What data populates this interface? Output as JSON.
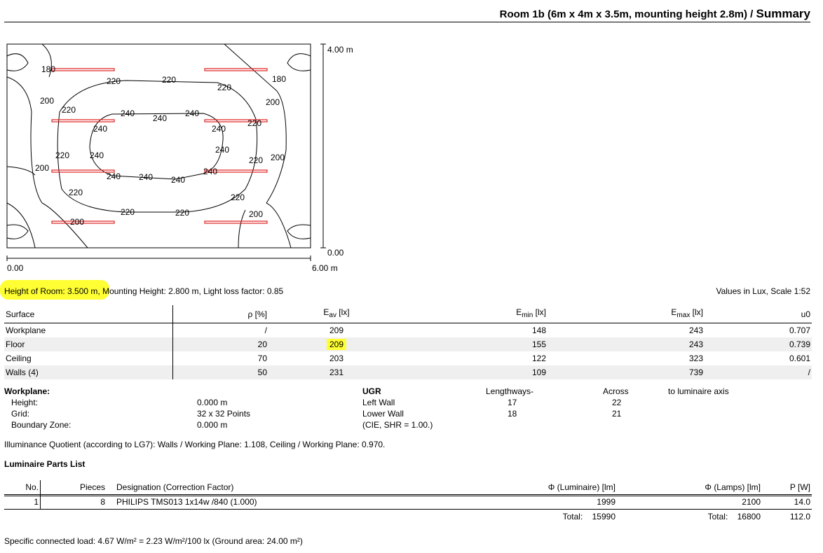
{
  "header": {
    "title": "Room 1b (6m x 4m x 3.5m, mounting height 2.8m) / ",
    "section": "Summary"
  },
  "plan": {
    "y_top_label": "4.00 m",
    "y_bottom_label": "0.00",
    "x_left_label": "0.00",
    "x_right_label": "6.00 m",
    "contour_labels": [
      "180",
      "220",
      "220",
      "220",
      "180",
      "200",
      "220",
      "200",
      "240",
      "240",
      "240",
      "240",
      "220",
      "240",
      "240",
      "220",
      "240",
      "200",
      "220",
      "200",
      "240",
      "240",
      "240",
      "240",
      "220",
      "220",
      "220",
      "220",
      "200",
      "200"
    ]
  },
  "info": {
    "room_height": "Height of Room: 3.500 m,",
    "rest": " Mounting Height: 2.800 m, Light loss factor: 0.85",
    "values_note": "Values in Lux, Scale 1:52"
  },
  "surfaces": {
    "headers": {
      "surface": "Surface",
      "rho": "ρ [%]",
      "eav_e": "E",
      "eav_sub": "av",
      "eav_u": " [lx]",
      "emin_e": "E",
      "emin_sub": "min",
      "emin_u": " [lx]",
      "emax_e": "E",
      "emax_sub": "max",
      "emax_u": " [lx]",
      "u0": "u0"
    },
    "rows": [
      {
        "name": "Workplane",
        "rho": "/",
        "eav": "209",
        "emin": "148",
        "emax": "243",
        "u0": "0.707"
      },
      {
        "name": "Floor",
        "rho": "20",
        "eav": "209",
        "emin": "155",
        "emax": "243",
        "u0": "0.739"
      },
      {
        "name": "Ceiling",
        "rho": "70",
        "eav": "203",
        "emin": "122",
        "emax": "323",
        "u0": "0.601"
      },
      {
        "name": "Walls (4)",
        "rho": "50",
        "eav": "231",
        "emin": "109",
        "emax": "739",
        "u0": "/"
      }
    ]
  },
  "workplane": {
    "title": "Workplane:",
    "height_label": "Height:",
    "height": "0.000 m",
    "grid_label": "Grid:",
    "grid": "32 x 32 Points",
    "boundary_label": "Boundary Zone:",
    "boundary": "0.000 m"
  },
  "ugr": {
    "title": "UGR",
    "lengthways": "Lengthways-",
    "across": "Across",
    "axis": "to luminaire axis",
    "left_wall": "Left Wall",
    "left_len": "17",
    "left_acr": "22",
    "lower_wall": "Lower Wall",
    "lower_len": "18",
    "lower_acr": "21",
    "cie": "(CIE, SHR = 1.00.)"
  },
  "quotient": "Illuminance Quotient (according to LG7): Walls / Working Plane: 1.108, Ceiling / Working Plane: 0.970.",
  "parts": {
    "title": "Luminaire Parts List",
    "headers": {
      "no": "No.",
      "pieces": "Pieces",
      "designation": "Designation (Correction Factor)",
      "lum": "Φ (Luminaire) [lm]",
      "lamps": "Φ (Lamps) [lm]",
      "power": "P [W]"
    },
    "rows": [
      {
        "no": "1",
        "pieces": "8",
        "designation": "PHILIPS TMS013 1x14w /840 (1.000)",
        "lum": "1999",
        "lamps": "2100",
        "power": "14.0"
      }
    ],
    "total_label": "Total:",
    "total_lum": "15990",
    "total_lamps": "16800",
    "total_power": "112.0"
  },
  "load": "Specific connected load: 4.67 W/m² = 2.23 W/m²/100 lx (Ground area: 24.00 m²)",
  "colors": {
    "luminaire": "#e02020",
    "highlight": "#ffff33"
  }
}
